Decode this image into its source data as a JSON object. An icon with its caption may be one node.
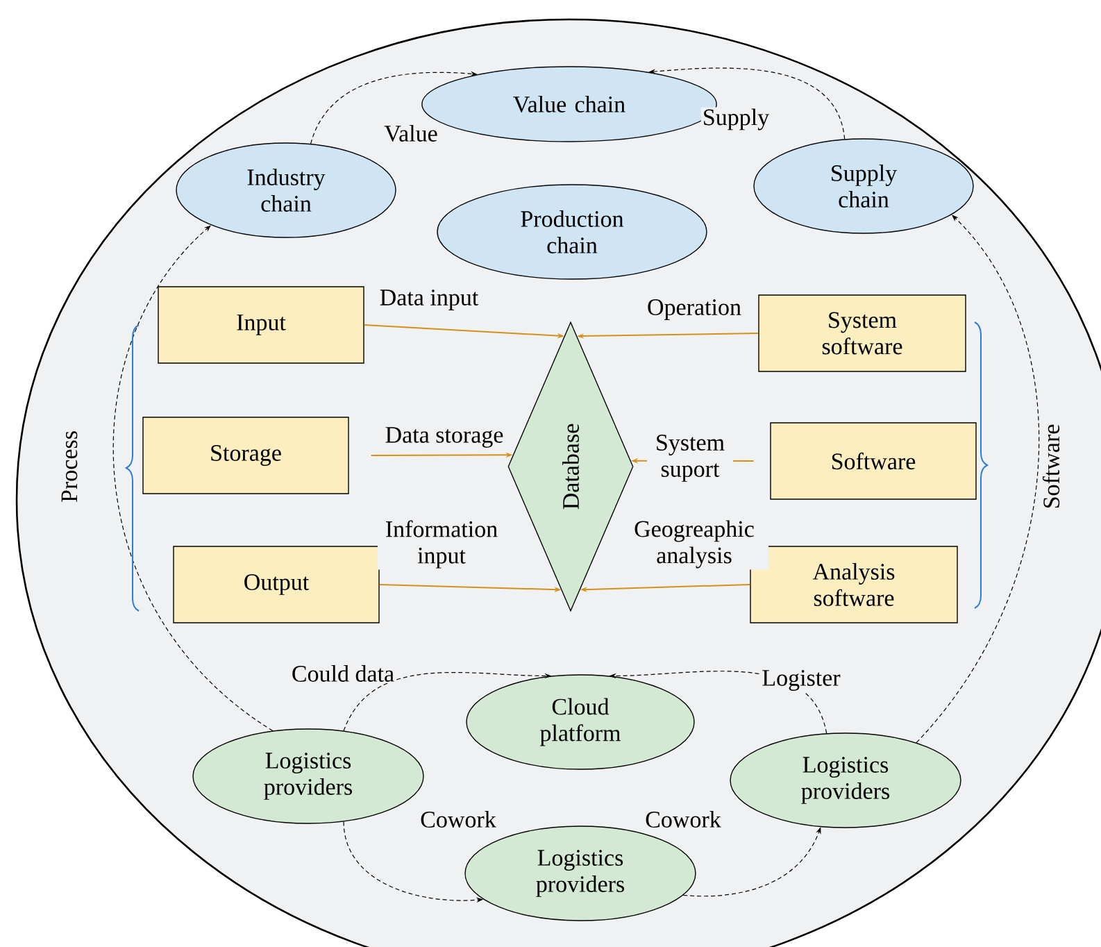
{
  "diagram": {
    "nodes": [
      {
        "text": [
          "Value chain"
        ]
      },
      {
        "text": [
          "Industry chain"
        ]
      },
      {
        "text": [
          "Production chain"
        ]
      },
      {
        "text": [
          "Supply chain"
        ]
      },
      {
        "text": [
          "Input"
        ]
      },
      {
        "text": [
          "System software"
        ]
      },
      {
        "text": [
          "Storage"
        ]
      },
      {
        "text": [
          "Database"
        ]
      },
      {
        "text": [
          "Software"
        ]
      },
      {
        "text": [
          "Output"
        ]
      },
      {
        "text": [
          "Analysis software"
        ]
      },
      {
        "text": [
          "Cloud platform"
        ]
      },
      {
        "text": [
          "Logistics providers"
        ]
      },
      {
        "text": [
          "Logistics providers"
        ]
      },
      {
        "text": [
          "Logistics providers"
        ]
      }
    ],
    "edges": [
      {
        "from": 1,
        "to": 0,
        "arrow": "to",
        "label": "Value",
        "style": "dashed"
      },
      {
        "from": 3,
        "to": 0,
        "arrow": "to",
        "label": "Supply",
        "style": "dashed"
      },
      {
        "from": 4,
        "to": 7,
        "arrow": "to",
        "label": "Data input",
        "color": "#d4901a"
      },
      {
        "from": 6,
        "to": 7,
        "arrow": "to",
        "label": "Data storage",
        "color": "#d4901a"
      },
      {
        "from": 9,
        "to": 7,
        "arrow": "to",
        "label": "Information input",
        "color": "#d4901a"
      },
      {
        "from": 5,
        "to": 7,
        "arrow": "to",
        "label": "Operation",
        "color": "#d4901a"
      },
      {
        "from": 8,
        "to": 7,
        "arrow": "to",
        "label": "System suport",
        "color": "#d4901a"
      },
      {
        "from": 10,
        "to": 7,
        "arrow": "to",
        "label": "Geogreaphic analysis",
        "color": "#d4901a"
      },
      {
        "from": 12,
        "to": 11,
        "arrow": "to",
        "label": "Could data",
        "style": "dashed"
      },
      {
        "from": 13,
        "to": 11,
        "arrow": "to",
        "label": "Logister",
        "style": "dashed"
      },
      {
        "from": 12,
        "to": 14,
        "arrow": "to",
        "label": "Cowork",
        "style": "dashed"
      },
      {
        "from": 14,
        "to": 13,
        "arrow": "to",
        "label": "Cowork",
        "style": "dashed"
      },
      {
        "from": 12,
        "to": 1,
        "arrow": "to",
        "style": "dashed"
      },
      {
        "from": 13,
        "to": 3,
        "arrow": "to",
        "style": "dashed"
      }
    ],
    "labels": [
      "Process",
      "Software"
    ]
  }
}
